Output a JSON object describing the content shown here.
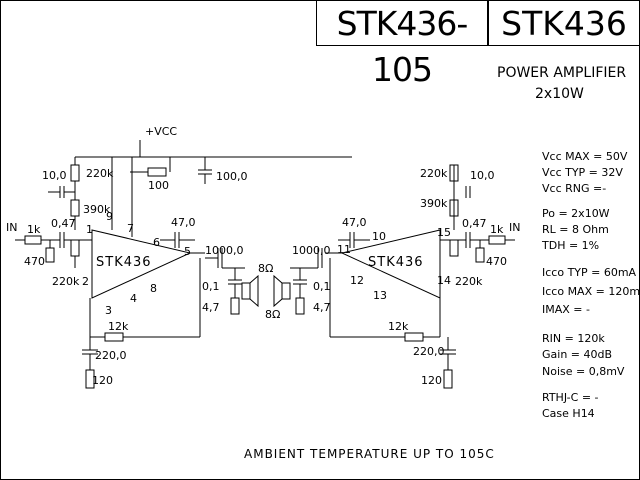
{
  "header": {
    "part_number": "STK436-105",
    "series": "STK436"
  },
  "title": {
    "line1": "POWER AMPLIFIER",
    "line2": "2x10W"
  },
  "supply": {
    "label": "+VCC",
    "main_resistor": "100",
    "main_cap": "100,0"
  },
  "left_channel": {
    "in": "IN",
    "r_in": "1k",
    "c_in": "0,47",
    "r_gnd": "470",
    "r_bias": "220k",
    "r_top": "220k",
    "c_top": "10,0",
    "r_fb": "390k",
    "c_boot": "47,0",
    "c_out": "1000,0",
    "c_zob": "0,1",
    "r_zob": "4,7",
    "speaker": "8Ω",
    "r_nfb": "12k",
    "c_nfb": "220,0",
    "r_nfb_gnd": "120",
    "pins": [
      "1",
      "2",
      "3",
      "4",
      "5",
      "6",
      "7",
      "8",
      "9"
    ]
  },
  "right_channel": {
    "in": "IN",
    "r_in": "1k",
    "c_in": "0,47",
    "r_gnd": "470",
    "r_bias": "220k",
    "r_top": "220k",
    "c_top": "10,0",
    "r_fb": "390k",
    "c_boot": "47,0",
    "c_out": "1000,0",
    "c_zob": "0,1",
    "r_zob": "4,7",
    "speaker": "8Ω",
    "r_nfb": "12k",
    "c_nfb": "220,0",
    "r_nfb_gnd": "120",
    "pins": [
      "10",
      "11",
      "12",
      "13",
      "14",
      "15"
    ]
  },
  "chip_label": "STK436",
  "specs": [
    "Vcc MAX = 50V",
    "Vcc TYP = 32V",
    "Vcc RNG =-",
    "Po = 2x10W",
    "RL = 8 Ohm",
    "TDH = 1%",
    "Icco TYP = 60mA",
    "Icco MAX = 120mA",
    "IMAX = -",
    "RIN = 120k",
    "Gain = 40dB",
    "Noise = 0,8mV",
    "RTHJ-C = -",
    "Case H14"
  ],
  "footer": "AMBIENT TEMPERATURE UP TO 105C"
}
